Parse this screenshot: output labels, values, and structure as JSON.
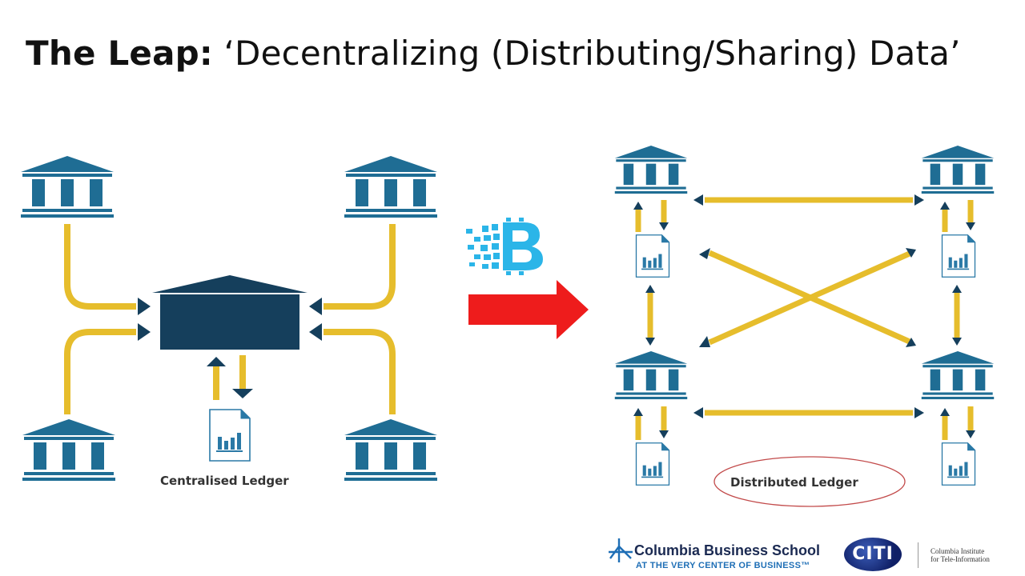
{
  "slide": {
    "title_bold": "The Leap:",
    "title_rest": " ‘Decentralizing (Distributing/Sharing) Data’"
  },
  "left_diagram": {
    "label": "Centralised Ledger"
  },
  "right_diagram": {
    "label": "Distributed Ledger"
  },
  "colors": {
    "bank_blue": "#1f6d94",
    "hub_navy": "#153f5c",
    "connector_yellow": "#e6bd2c",
    "arrow_red": "#ee1c1c",
    "label_oval": "#c24a4a",
    "blockchain_blue": "#2bb5e8",
    "document_blue": "#2a79a6"
  },
  "footer": {
    "school_name": "Columbia Business School",
    "school_tagline": "AT THE VERY CENTER OF BUSINESS™",
    "citi_logo_text": "CITI",
    "institute_line1": "Columbia Institute",
    "institute_line2": "for Tele-Information"
  }
}
